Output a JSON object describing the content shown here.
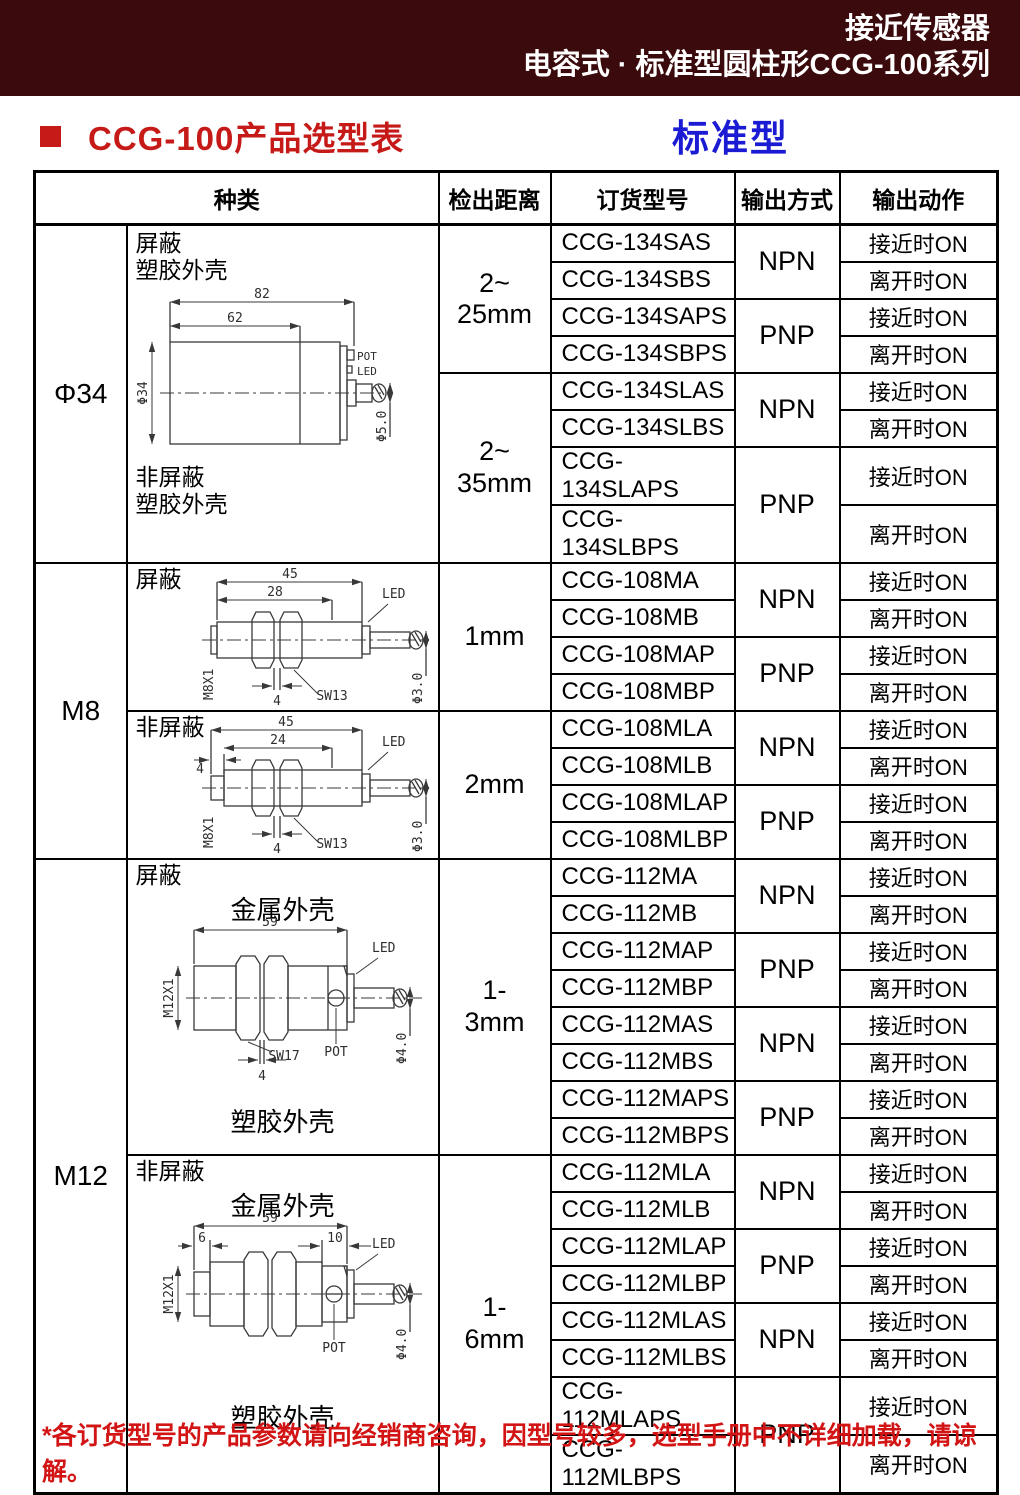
{
  "colors": {
    "band_bg": "#3A0A0C",
    "title_red": "#C51A17",
    "badge_blue": "#1B1BD3",
    "footnote_red": "#D21414"
  },
  "header_band": {
    "line1": "接近传感器",
    "line2": "电容式 · 标准型圆柱形CCG-100系列"
  },
  "title_row": {
    "title": "CCG-100产品选型表",
    "badge": "标准型"
  },
  "table": {
    "headers": {
      "kind": "种类",
      "distance": "检出距离",
      "model": "订货型号",
      "output_mode": "输出方式",
      "output_action": "输出动作"
    },
    "groups": [
      {
        "size": "Φ34",
        "cell_labels": {
          "top1": "屏蔽",
          "top2": "塑胶外壳",
          "bot1": "非屏蔽",
          "bot2": "塑胶外壳"
        },
        "blocks": [
          {
            "distance": [
              "2~",
              "25mm"
            ],
            "modes": [
              "NPN",
              "PNP"
            ],
            "rows": [
              {
                "model": "CCG-134SAS",
                "action": "接近时ON"
              },
              {
                "model": "CCG-134SBS",
                "action": "离开时ON"
              },
              {
                "model": "CCG-134SAPS",
                "action": "接近时ON"
              },
              {
                "model": "CCG-134SBPS",
                "action": "离开时ON"
              }
            ]
          },
          {
            "distance": [
              "2~",
              "35mm"
            ],
            "modes": [
              "NPN",
              "PNP"
            ],
            "rows": [
              {
                "model": "CCG-134SLAS",
                "action": "接近时ON"
              },
              {
                "model": "CCG-134SLBS",
                "action": "离开时ON"
              },
              {
                "model": "CCG-134SLAPS",
                "action": "接近时ON"
              },
              {
                "model": "CCG-134SLBPS",
                "action": "离开时ON"
              }
            ]
          }
        ]
      },
      {
        "size": "M8",
        "blocks": [
          {
            "shield": "屏蔽",
            "distance": [
              "1mm"
            ],
            "modes": [
              "NPN",
              "PNP"
            ],
            "rows": [
              {
                "model": "CCG-108MA",
                "action": "接近时ON"
              },
              {
                "model": "CCG-108MB",
                "action": "离开时ON"
              },
              {
                "model": "CCG-108MAP",
                "action": "接近时ON"
              },
              {
                "model": "CCG-108MBP",
                "action": "离开时ON"
              }
            ]
          },
          {
            "shield": "非屏蔽",
            "distance": [
              "2mm"
            ],
            "modes": [
              "NPN",
              "PNP"
            ],
            "rows": [
              {
                "model": "CCG-108MLA",
                "action": "接近时ON"
              },
              {
                "model": "CCG-108MLB",
                "action": "离开时ON"
              },
              {
                "model": "CCG-108MLAP",
                "action": "接近时ON"
              },
              {
                "model": "CCG-108MLBP",
                "action": "离开时ON"
              }
            ]
          }
        ]
      },
      {
        "size": "M12",
        "blocks": [
          {
            "shield": "屏蔽",
            "housing_top": "金属外壳",
            "housing_bottom": "塑胶外壳",
            "distance": [
              "1-",
              "3mm"
            ],
            "modes": [
              "NPN",
              "PNP",
              "NPN",
              "PNP"
            ],
            "rows": [
              {
                "model": "CCG-112MA",
                "action": "接近时ON"
              },
              {
                "model": "CCG-112MB",
                "action": "离开时ON"
              },
              {
                "model": "CCG-112MAP",
                "action": "接近时ON"
              },
              {
                "model": "CCG-112MBP",
                "action": "离开时ON"
              },
              {
                "model": "CCG-112MAS",
                "action": "接近时ON"
              },
              {
                "model": "CCG-112MBS",
                "action": "离开时ON"
              },
              {
                "model": "CCG-112MAPS",
                "action": "接近时ON"
              },
              {
                "model": "CCG-112MBPS",
                "action": "离开时ON"
              }
            ]
          },
          {
            "shield": "非屏蔽",
            "housing_top": "金属外壳",
            "housing_bottom": "塑胶外壳",
            "distance": [
              "1-",
              "6mm"
            ],
            "modes": [
              "NPN",
              "PNP",
              "NPN",
              "PNP"
            ],
            "rows": [
              {
                "model": "CCG-112MLA",
                "action": "接近时ON"
              },
              {
                "model": "CCG-112MLB",
                "action": "离开时ON"
              },
              {
                "model": "CCG-112MLAP",
                "action": "接近时ON"
              },
              {
                "model": "CCG-112MLBP",
                "action": "离开时ON"
              },
              {
                "model": "CCG-112MLAS",
                "action": "接近时ON"
              },
              {
                "model": "CCG-112MLBS",
                "action": "离开时ON"
              },
              {
                "model": "CCG-112MLAPS",
                "action": "接近时ON"
              },
              {
                "model": "CCG-112MLBPS",
                "action": "离开时ON"
              }
            ]
          }
        ]
      }
    ]
  },
  "drawings": {
    "phi34": {
      "total": "82",
      "body": "62",
      "dia": "Φ34",
      "pot": "POT",
      "led": "LED",
      "cable_dia": "Φ5.0"
    },
    "m8s": {
      "total": "45",
      "body": "28",
      "thread": "M8X1",
      "wrench": "SW13",
      "gap": "4",
      "led": "LED",
      "cable_dia": "Φ3.0"
    },
    "m8n": {
      "total": "45",
      "body": "24",
      "tip": "4",
      "thread": "M8X1",
      "wrench": "SW13",
      "gap": "4",
      "led": "LED",
      "cable_dia": "Φ3.0"
    },
    "m12s": {
      "total": "59",
      "thread": "M12X1",
      "wrench": "SW17",
      "gap": "4",
      "led": "LED",
      "pot": "POT",
      "cable_dia": "Φ4.0"
    },
    "m12n": {
      "total": "59",
      "tip": "6",
      "head": "10",
      "thread": "M12X1",
      "led": "LED",
      "pot": "POT",
      "cable_dia": "Φ4.0"
    }
  },
  "footnote": "*各订货型号的产品参数请向经销商咨询，因型号较多，选型手册中不详细加载，请谅解。"
}
